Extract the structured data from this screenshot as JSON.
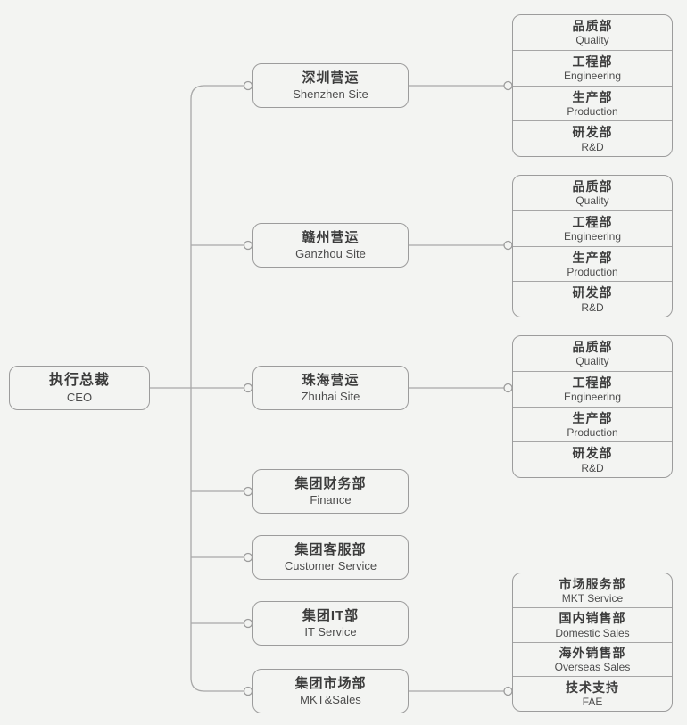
{
  "colors": {
    "background": "#f3f4f2",
    "box_border": "#9c9c9c",
    "connector_line": "#a8a8a8",
    "row_separator": "#a6a6a6",
    "title_text": "#3c3c3c",
    "subtitle_text": "#4d4d4d"
  },
  "root": {
    "title": "执行总裁",
    "subtitle": "CEO"
  },
  "branches": [
    {
      "title": "深圳营运",
      "subtitle": "Shenzhen Site"
    },
    {
      "title": "赣州营运",
      "subtitle": "Ganzhou Site"
    },
    {
      "title": "珠海营运",
      "subtitle": "Zhuhai Site"
    },
    {
      "title": "集团财务部",
      "subtitle": "Finance"
    },
    {
      "title": "集团客服部",
      "subtitle": "Customer Service"
    },
    {
      "title": "集团IT部",
      "subtitle": "IT Service"
    },
    {
      "title": "集团市场部",
      "subtitle": "MKT&Sales"
    }
  ],
  "groups": [
    {
      "rows": [
        {
          "title": "品质部",
          "subtitle": "Quality"
        },
        {
          "title": "工程部",
          "subtitle": "Engineering"
        },
        {
          "title": "生产部",
          "subtitle": "Production"
        },
        {
          "title": "研发部",
          "subtitle": "R&D"
        }
      ]
    },
    {
      "rows": [
        {
          "title": "品质部",
          "subtitle": "Quality"
        },
        {
          "title": "工程部",
          "subtitle": "Engineering"
        },
        {
          "title": "生产部",
          "subtitle": "Production"
        },
        {
          "title": "研发部",
          "subtitle": "R&D"
        }
      ]
    },
    {
      "rows": [
        {
          "title": "品质部",
          "subtitle": "Quality"
        },
        {
          "title": "工程部",
          "subtitle": "Engineering"
        },
        {
          "title": "生产部",
          "subtitle": "Production"
        },
        {
          "title": "研发部",
          "subtitle": "R&D"
        }
      ]
    },
    {
      "rows": [
        {
          "title": "市场服务部",
          "subtitle": "MKT Service"
        },
        {
          "title": "国内销售部",
          "subtitle": "Domestic Sales"
        },
        {
          "title": "海外销售部",
          "subtitle": "Overseas Sales"
        },
        {
          "title": "技术支持",
          "subtitle": "FAE"
        }
      ]
    }
  ]
}
